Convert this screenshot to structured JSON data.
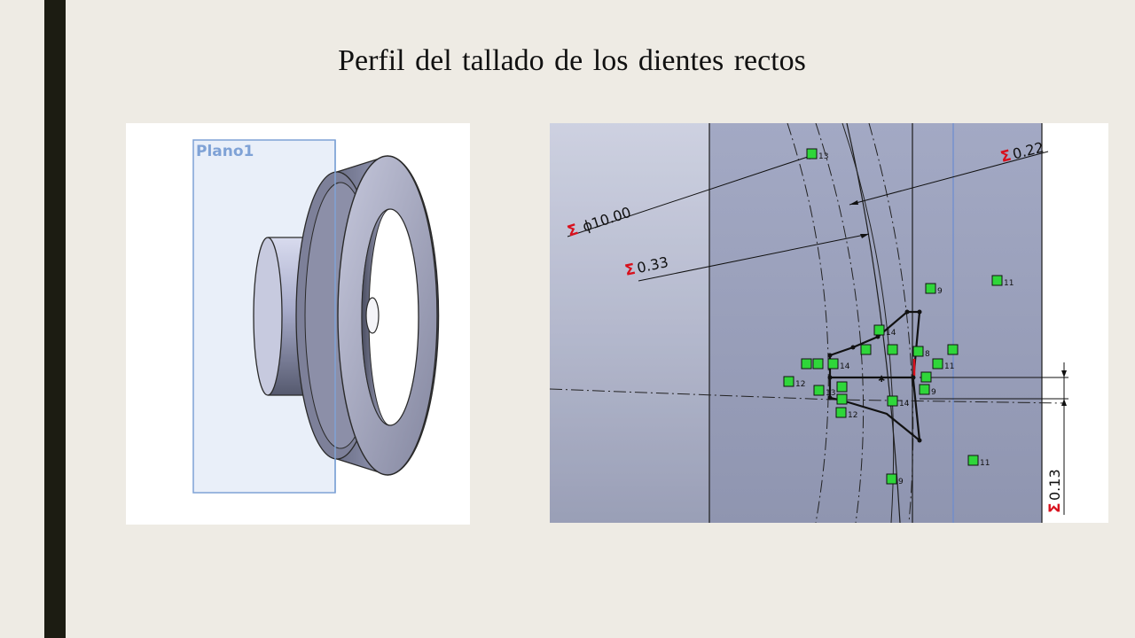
{
  "slide": {
    "title": "Perfil del tallado de los dientes rectos"
  },
  "left_view": {
    "plane_label": "Plano1"
  },
  "sketch_view": {
    "sigma_symbol": "Σ",
    "dimensions": {
      "diameter": "ϕ10.00",
      "d1": "0.22",
      "d2": "0.33",
      "d3": "0.13"
    },
    "relation_tags": [
      {
        "id": "13"
      },
      {
        "id": "9"
      },
      {
        "id": "11"
      },
      {
        "id": "14"
      },
      {
        "id": "8"
      },
      {
        "id": "11"
      },
      {
        "id": "10"
      },
      {
        "id": "14"
      },
      {
        "id": "12"
      },
      {
        "id": "13"
      },
      {
        "id": "9"
      },
      {
        "id": "12"
      },
      {
        "id": "14"
      },
      {
        "id": "11"
      },
      {
        "id": "9"
      }
    ]
  },
  "colors": {
    "dimension_red": "#d8101c",
    "relation_green": "#2fd63a",
    "sketch_gray": "#9ea6c0",
    "plane_blue": "#7fa2d6"
  }
}
